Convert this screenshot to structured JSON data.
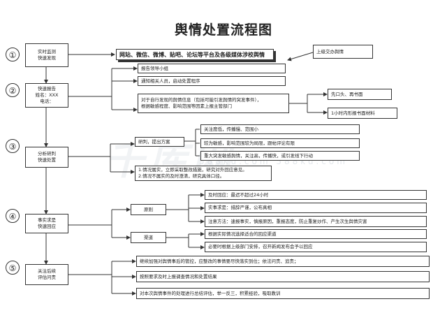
{
  "title": "舆情处置流程图",
  "watermark": {
    "logo": "千库网",
    "sub": "588ku.com 588ku.com"
  },
  "steps": [
    "①",
    "②",
    "③",
    "④",
    "⑤"
  ],
  "left": {
    "s1": [
      "实时监测",
      "快速发现"
    ],
    "s2": [
      "快速报告",
      "姓名：XXX",
      "电话："
    ],
    "s3": [
      "分析研判",
      "快速处置"
    ],
    "s4": [
      "事实求是",
      "快速回应"
    ],
    "s5": [
      "关注后续",
      "评估问责"
    ]
  },
  "s1": {
    "platforms": "网站、微信、微博、贴吧、论坛等平台及各级媒体涉校舆情",
    "superior": "上级交办舆情"
  },
  "s2": {
    "report1": "报告领导小组",
    "report2": "通知相关人员，启动处置程序",
    "content": [
      "对于自行发现的舆情信息（包括可能引发舆情的突发事件），",
      "根据敏感程度、影响范围等因素上报主管部门"
    ],
    "phone": "先口头、再书面",
    "written": "1小时内形报书面材料"
  },
  "s3": {
    "plan": "研判，提出方案",
    "levels": [
      "关注度低，传播慢、范围小",
      "较为敏感，影响范围较为局限，跟帖评论有限",
      "重大突发敏感舆情，关注高，传播快，或引发线下行动"
    ],
    "measures": [
      "1.情况属实，立即采取整改措施，研究对外回应意见。",
      "2.情况不属实的及时澄清，研究具体口径。"
    ]
  },
  "s4": {
    "principle": "原则",
    "channel": "渠道",
    "p1": "及时回应：最迟不超过24小时",
    "p2": "实事求是：措辞严谨，公布真相",
    "p3": "注意方法：速报事实，慎报原因，重报态度，防止重复炒作、产生次生舆情灾害",
    "c1": "根据实际情况选择适合的回应渠道",
    "c2": "必要时根据上级部门安排，召开新闻发布会予以回应"
  },
  "s5": {
    "f1": "继续加强对舆情事后的管控，应整改的事情要尽快落实到位；依法问责、追责；",
    "f2": "按照要求及时上报调查情况和处置结果",
    "f3": "对本次舆情事件的处理进行总结评估，举一反三，积累经验，吸取教训"
  }
}
